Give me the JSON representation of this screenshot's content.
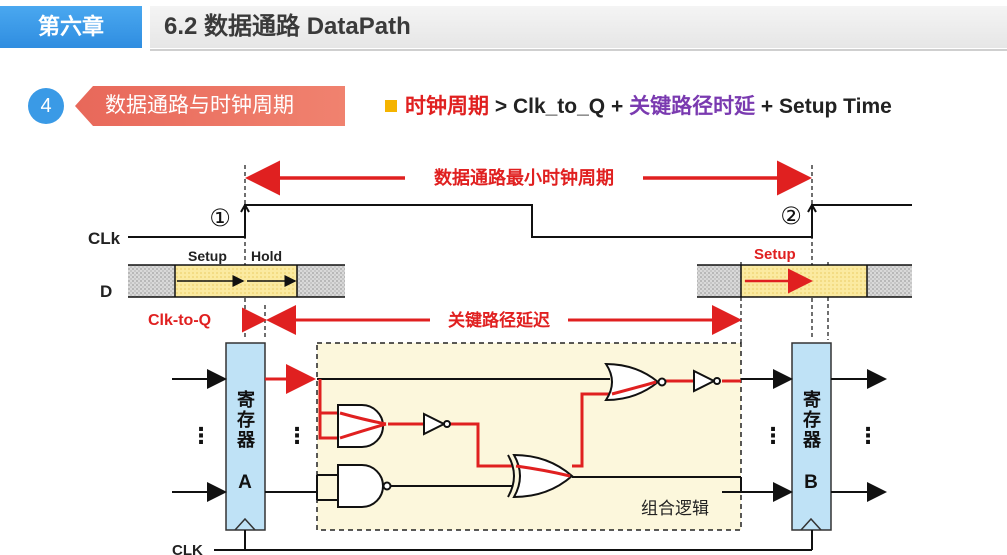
{
  "header": {
    "chapter": "第六章",
    "title": "6.2 数据通路 DataPath"
  },
  "section": {
    "number": "4",
    "title": "数据通路与时钟周期"
  },
  "formula": {
    "part1": "时钟周期",
    "op1": " > ",
    "part2": "Clk_to_Q",
    "op2": " + ",
    "part3": "关键路径时延",
    "op3": " + ",
    "part4": "Setup Time"
  },
  "diagram": {
    "min_period_label": "数据通路最小时钟周期",
    "clk_label": "CLk",
    "edge1": "①",
    "edge2": "②",
    "setup_label_1": "Setup",
    "hold_label": "Hold",
    "setup_label_2": "Setup",
    "d_label": "D",
    "clk_to_q_label": "Clk-to-Q",
    "critical_path_label": "关键路径延迟",
    "register_a_label": "寄存器",
    "register_a_letter": "A",
    "register_b_label": "寄存器",
    "register_b_letter": "B",
    "comb_logic_label": "组合逻辑",
    "bottom_clk_label": "CLK",
    "ellipsis": "⋮"
  },
  "colors": {
    "accent_blue": "#3a9ae6",
    "ribbon_red": "#e8685a",
    "highlight_red": "#e02020",
    "purple": "#7a3ab0",
    "setup_yellow": "#fbeaa0",
    "logic_bg": "#fcf7dc",
    "register_blue": "#bfe2f6"
  }
}
